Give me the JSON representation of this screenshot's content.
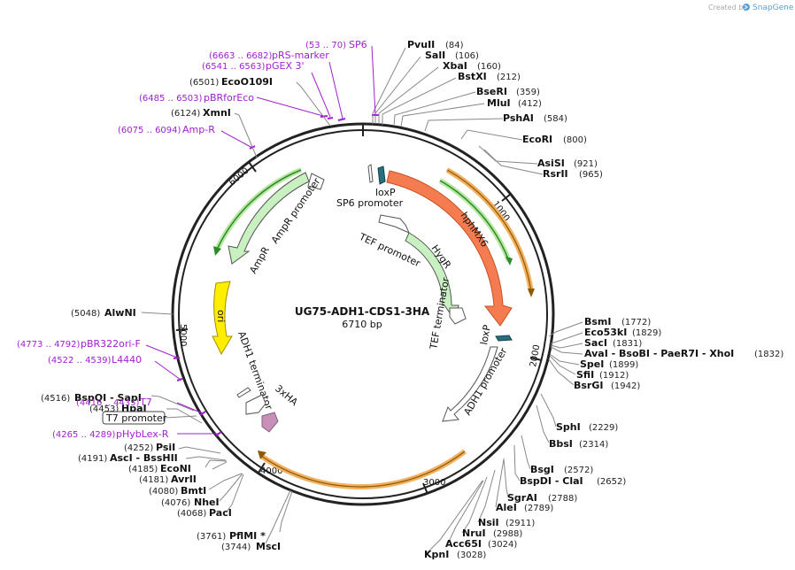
{
  "header": {
    "created_by": "Created by",
    "brand": "SnapGene"
  },
  "plasmid": {
    "name": "UG75-ADH1-CDS1-3HA",
    "size": "6710 bp",
    "length": 6710
  },
  "tick_labels": [
    "1000",
    "2000",
    "3000",
    "4000",
    "5000",
    "6000"
  ],
  "enzymes": [
    {
      "name": "PvuII",
      "pos": "(84)",
      "site": 84
    },
    {
      "name": "SalI",
      "pos": "(106)",
      "site": 106
    },
    {
      "name": "XbaI",
      "pos": "(160)",
      "site": 160
    },
    {
      "name": "BstXI",
      "pos": "(212)",
      "site": 212
    },
    {
      "name": "BseRI",
      "pos": "(359)",
      "site": 359
    },
    {
      "name": "MluI",
      "pos": "(412)",
      "site": 412
    },
    {
      "name": "PshAI",
      "pos": "(584)",
      "site": 584
    },
    {
      "name": "EcoRI",
      "pos": "(800)",
      "site": 800
    },
    {
      "name": "AsiSI",
      "pos": "(921)",
      "site": 921
    },
    {
      "name": "RsrII",
      "pos": "(965)",
      "site": 965
    },
    {
      "name": "BsmI",
      "pos": "(1772)",
      "site": 1772
    },
    {
      "name": "Eco53kI",
      "pos": "(1829)",
      "site": 1829
    },
    {
      "name": "SacI",
      "pos": "(1831)",
      "site": 1831
    },
    {
      "name": "AvaI - BsoBI - PaeR7I - XhoI",
      "pos": "(1832)",
      "site": 1832
    },
    {
      "name": "SpeI",
      "pos": "(1899)",
      "site": 1899
    },
    {
      "name": "SfiI",
      "pos": "(1912)",
      "site": 1912
    },
    {
      "name": "BsrGI",
      "pos": "(1942)",
      "site": 1942
    },
    {
      "name": "SphI",
      "pos": "(2229)",
      "site": 2229
    },
    {
      "name": "BbsI",
      "pos": "(2314)",
      "site": 2314
    },
    {
      "name": "BsgI",
      "pos": "(2572)",
      "site": 2572
    },
    {
      "name": "BspDI - ClaI",
      "pos": "(2652)",
      "site": 2652
    },
    {
      "name": "SgrAI",
      "pos": "(2788)",
      "site": 2788
    },
    {
      "name": "AleI",
      "pos": "(2789)",
      "site": 2789
    },
    {
      "name": "NsiI",
      "pos": "(2911)",
      "site": 2911
    },
    {
      "name": "NruI",
      "pos": "(2988)",
      "site": 2988
    },
    {
      "name": "Acc65I",
      "pos": "(3024)",
      "site": 3024
    },
    {
      "name": "KpnI",
      "pos": "(3028)",
      "site": 3028
    },
    {
      "name": "PflMI *",
      "pos": "(3761)",
      "site": 3761
    },
    {
      "name": "MscI",
      "pos": "(3744)",
      "site": 3744
    },
    {
      "name": "PacI",
      "pos": "(4068)",
      "site": 4068
    },
    {
      "name": "NheI",
      "pos": "(4076)",
      "site": 4076
    },
    {
      "name": "BmtI",
      "pos": "(4080)",
      "site": 4080
    },
    {
      "name": "AvrII",
      "pos": "(4181)",
      "site": 4181
    },
    {
      "name": "EcoNI",
      "pos": "(4185)",
      "site": 4185
    },
    {
      "name": "AscI - BssHII",
      "pos": "(4191)",
      "site": 4191
    },
    {
      "name": "PsiI",
      "pos": "(4252)",
      "site": 4252
    },
    {
      "name": "HpaI",
      "pos": "(4453)",
      "site": 4453
    },
    {
      "name": "BspQI - SapI",
      "pos": "(4516)",
      "site": 4516
    },
    {
      "name": "AlwNI",
      "pos": "(5048)",
      "site": 5048
    },
    {
      "name": "XmnI",
      "pos": "(6124)",
      "site": 6124
    },
    {
      "name": "EcoO109I",
      "pos": "(6501)",
      "site": 6501
    }
  ],
  "primers": [
    {
      "name": "SP6",
      "pos": "(53 .. 70)"
    },
    {
      "name": "pRS-marker",
      "pos": "(6663 .. 6682)"
    },
    {
      "name": "pGEX 3'",
      "pos": "(6541 .. 6563)"
    },
    {
      "name": "pBRforEco",
      "pos": "(6485 .. 6503)"
    },
    {
      "name": "Amp-R",
      "pos": "(6075 .. 6094)"
    },
    {
      "name": "pBR322ori-F",
      "pos": "(4773 .. 4792)"
    },
    {
      "name": "L4440",
      "pos": "(4522 .. 4539)"
    },
    {
      "name": "T7",
      "pos": "(4416 .. 4435)"
    },
    {
      "name": "pHybLex-R",
      "pos": "(4265 .. 4289)"
    }
  ],
  "boxed_feature": "T7 promoter",
  "features": {
    "loxP_1": "loxP",
    "sp6_promoter": "SP6 promoter",
    "hphMX6": "hphMX6",
    "tef_promoter": "TEF promoter",
    "hygR": "HygR",
    "tef_terminator": "TEF terminator",
    "loxP_2": "loxP",
    "adh1_promoter": "ADH1 promoter",
    "ampR": "AmpR",
    "ampR_promoter": "AmpR promoter",
    "ori": "ori",
    "adh1_terminator": "ADH1 terminator",
    "tag_3xHA": "3xHA"
  },
  "colors": {
    "backbone": "#222222",
    "enzyme_line": "#888888",
    "primer": "#a020d0",
    "hphMX6": "#f47c50",
    "hygR": "#c8f0c0",
    "ampR": "#c8f0c0",
    "ori": "#ffee00",
    "loxP": "#2a6f80",
    "orf_highlight": "#f2b060",
    "orf_green": "#2e8a2e",
    "tag_3xHA": "#c890b8",
    "snapgene_blue": "#5ba0d8"
  }
}
